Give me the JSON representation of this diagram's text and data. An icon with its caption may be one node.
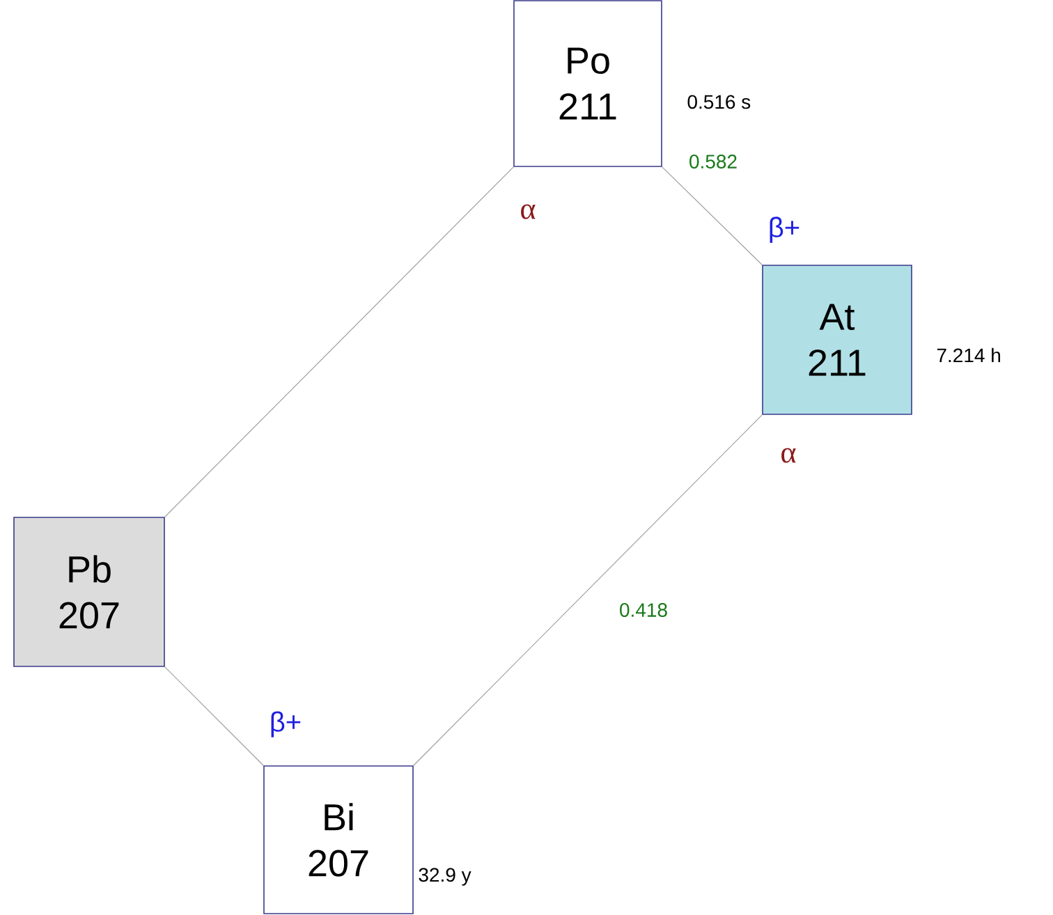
{
  "diagram": {
    "nodes": [
      {
        "text": [
          "Po",
          "211"
        ],
        "beside": [
          "0.516 s"
        ]
      },
      {
        "text": [
          "At",
          "211"
        ],
        "beside": [
          "7.214 h"
        ]
      },
      {
        "text": [
          "Pb",
          "207"
        ]
      },
      {
        "text": [
          "Bi",
          "207"
        ],
        "beside": [
          "32.9 y"
        ]
      }
    ],
    "edges": [
      {
        "from": 0,
        "to": 1,
        "arrow": "none",
        "label": "0.582"
      },
      {
        "from": 0,
        "to": 2,
        "arrow": "none"
      },
      {
        "from": 1,
        "to": 3,
        "arrow": "none",
        "label": "0.418"
      },
      {
        "from": 2,
        "to": 3,
        "arrow": "none"
      }
    ],
    "labels": [
      "α",
      "β+",
      "α",
      "β+"
    ]
  }
}
